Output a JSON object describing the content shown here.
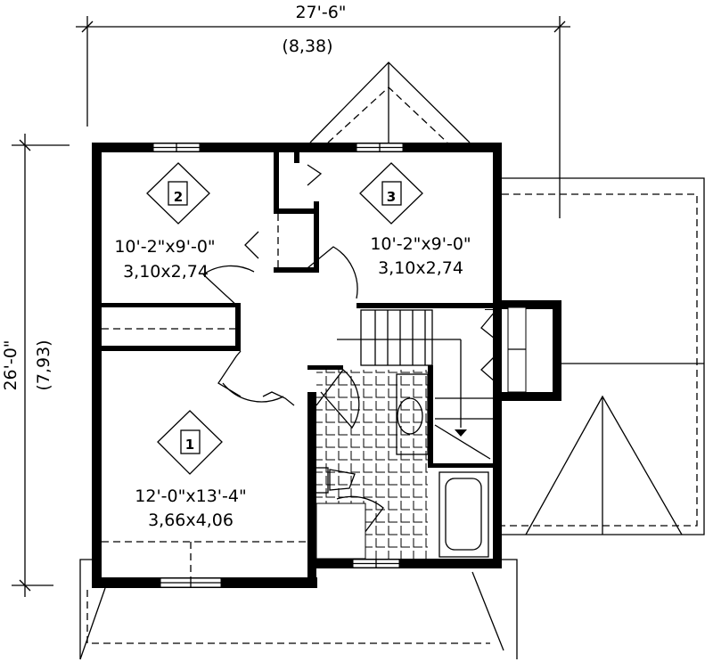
{
  "dimensions": {
    "width_imperial": "27'-6\"",
    "width_metric": "(8,38)",
    "depth_imperial": "26'-0\"",
    "depth_metric": "(7,93)"
  },
  "rooms": [
    {
      "number": "1",
      "size_imperial": "12'-0\"x13'-4\"",
      "size_metric": "3,66x4,06"
    },
    {
      "number": "2",
      "size_imperial": "10'-2\"x9'-0\"",
      "size_metric": "3,10x2,74"
    },
    {
      "number": "3",
      "size_imperial": "10'-2\"x9'-0\"",
      "size_metric": "3,10x2,74"
    }
  ],
  "colors": {
    "line": "#000000",
    "background": "#ffffff"
  }
}
